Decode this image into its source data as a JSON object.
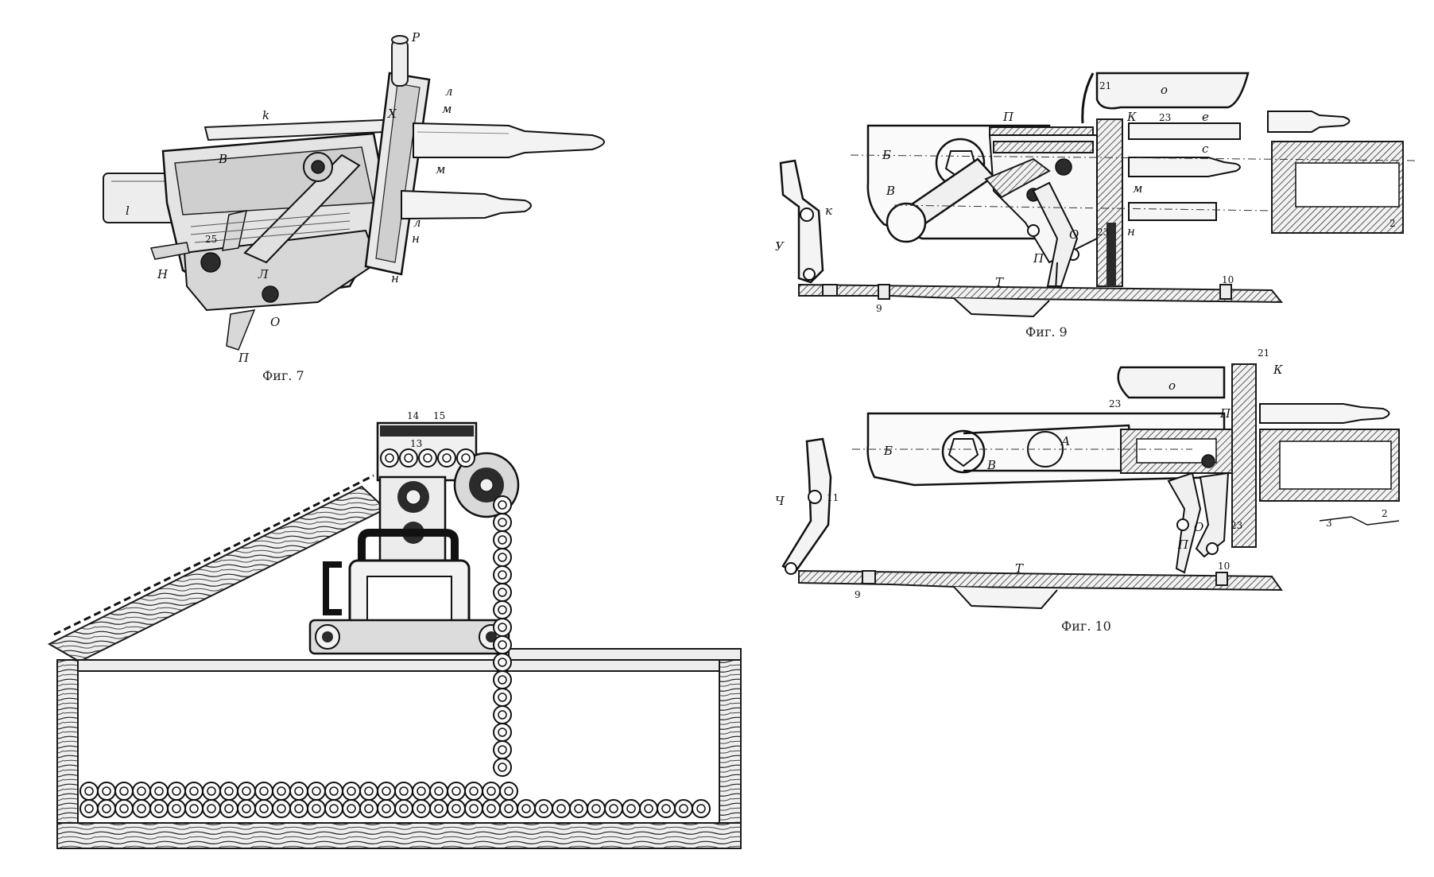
{
  "captions": {
    "fig7": "Фиг. 7",
    "fig9": "Фиг. 9",
    "fig10": "Фиг. 10"
  },
  "fig7_labels": [
    "Р",
    "k",
    "Х",
    "л",
    "м",
    "В",
    "м",
    "l",
    "25",
    "л",
    "н",
    "Н",
    "Л",
    "н",
    "О",
    "П"
  ],
  "fig8_labels": [
    "14",
    "15",
    "13"
  ],
  "fig9_labels": [
    "21",
    "о",
    "П",
    "К",
    "23",
    "е",
    "Б",
    "с",
    "В",
    "м",
    "к",
    "У",
    "О",
    "23",
    "н",
    "П",
    "Т",
    "9",
    "10",
    "2"
  ],
  "fig10_labels": [
    "21",
    "К",
    "о",
    "23",
    "П",
    "Б",
    "А",
    "В",
    "Ч",
    "11",
    "23",
    "О",
    "3",
    "2",
    "П",
    "Т",
    "9",
    "10"
  ]
}
